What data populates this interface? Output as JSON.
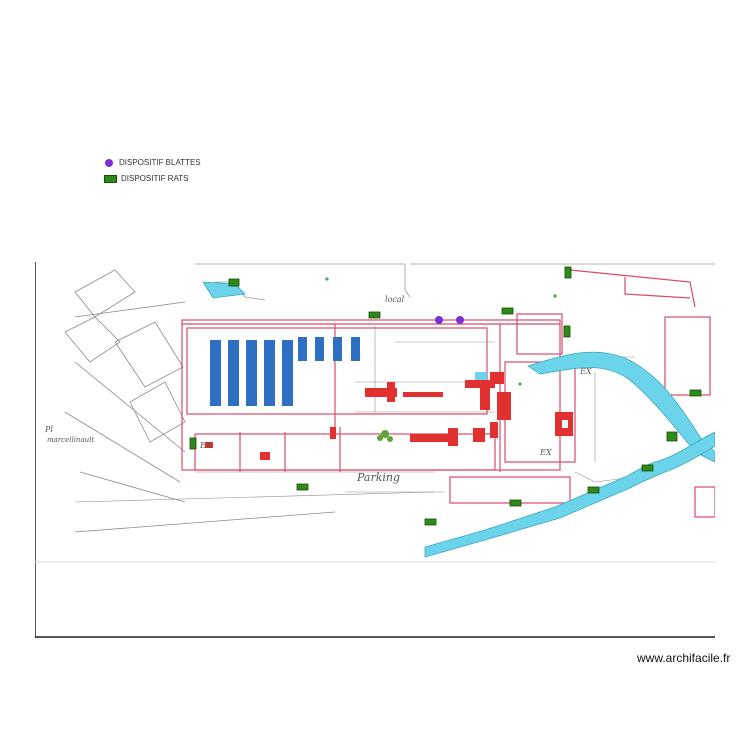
{
  "legend": {
    "items": [
      {
        "label": "DISPOSITIF BLATTES",
        "color": "#7b2fd6",
        "icon": "purple-circle-icon"
      },
      {
        "label": "DISPOSITIF RATS",
        "color": "#2e8b1a",
        "icon": "green-rectangle-icon"
      }
    ]
  },
  "plan": {
    "handwritten_labels": {
      "parking": "Parking",
      "exit": "EX",
      "top_note": "local",
      "left_note": "Pl",
      "left_note2": "marcellinault"
    },
    "colors": {
      "water": "#6cd4ea",
      "storage": "#2e6fc4",
      "equipment": "#e03030",
      "walls": "#d94a6a",
      "lines": "#7a7a7a",
      "rat_device": "#2e8b1a",
      "cockroach_device": "#7b2fd6"
    }
  },
  "watermark": "www.archifacile.fr"
}
